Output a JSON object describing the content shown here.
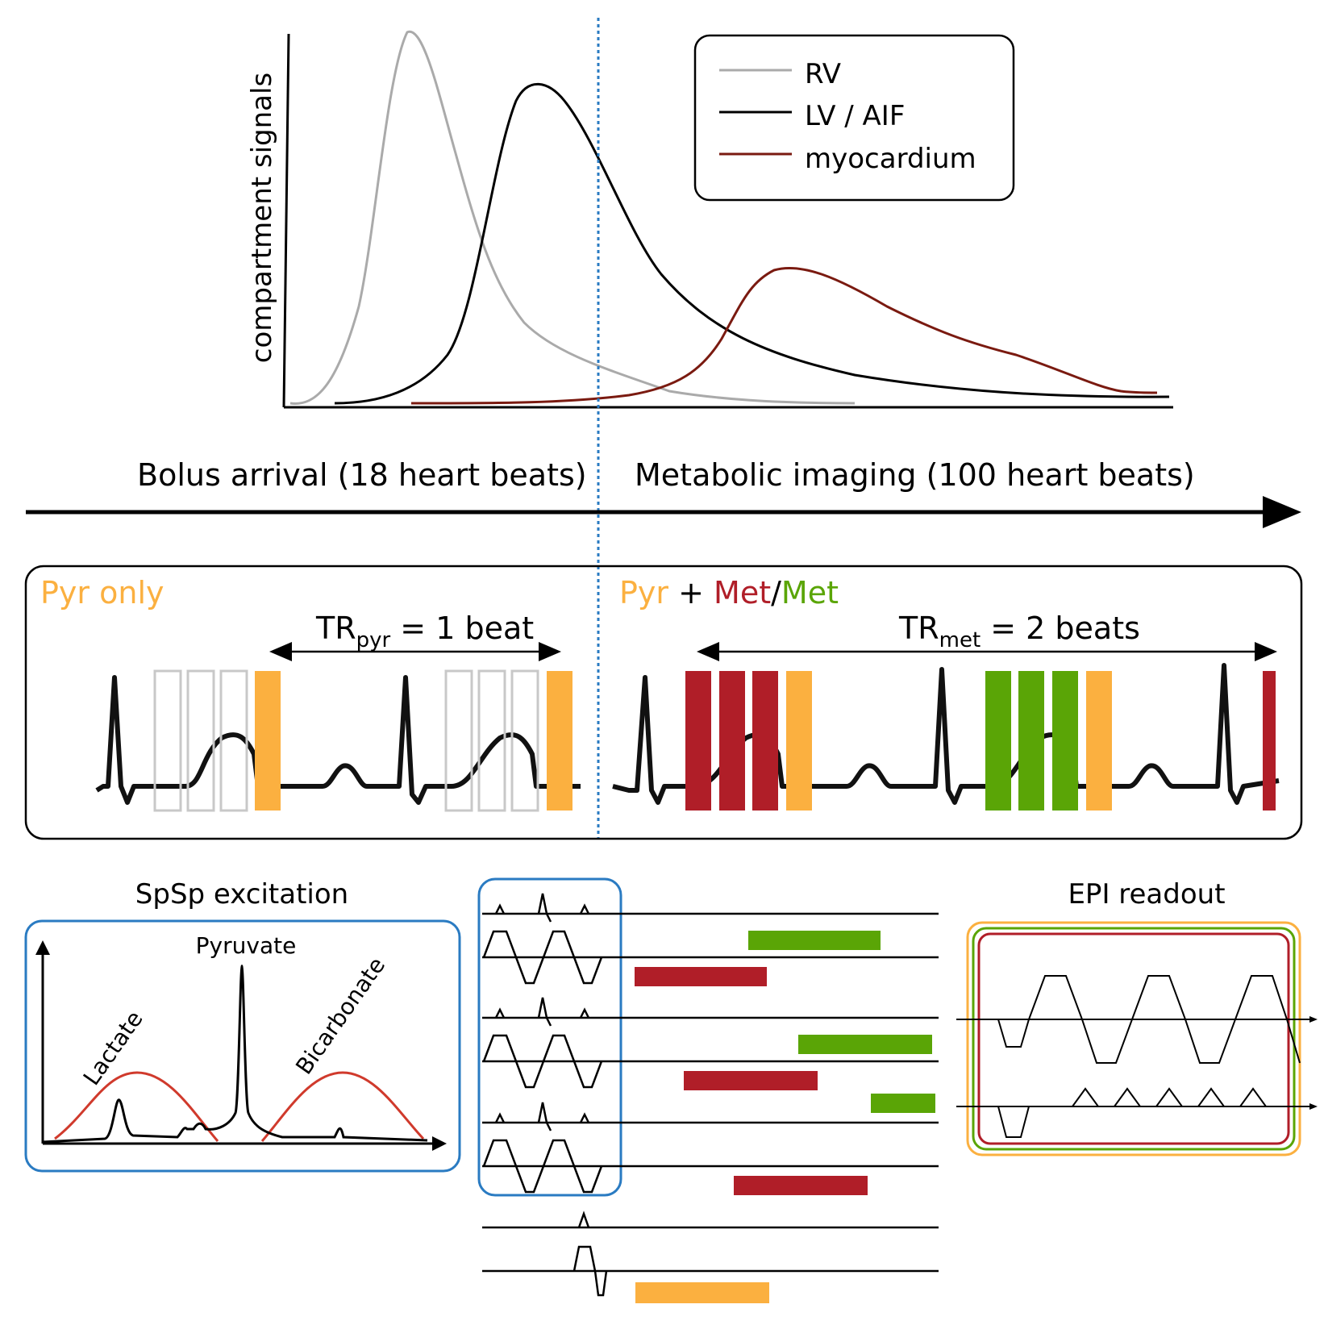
{
  "colors": {
    "rv": "#aaaaaa",
    "lv": "#000000",
    "myo": "#7a1a10",
    "pyr": "#fbb040",
    "met_red": "#b01e28",
    "met_green": "#5aa506",
    "box_blue": "#2a7bc2",
    "divider": "#2a7bc2",
    "spectrum_red": "#d03a2c"
  },
  "top_chart": {
    "ylabel": "compartment signals",
    "legend": [
      {
        "name": "RV",
        "color_key": "rv"
      },
      {
        "name": "LV / AIF",
        "color_key": "lv"
      },
      {
        "name": "myocardium",
        "color_key": "myo"
      }
    ]
  },
  "timeline": {
    "left_label": "Bolus arrival (18 heart beats)",
    "right_label": "Metabolic imaging (100 heart beats)"
  },
  "acquisition": {
    "left_title": "Pyr only",
    "right_title_parts": [
      {
        "text": "Pyr",
        "color_key": "pyr"
      },
      {
        "text": " + ",
        "color_key": "lv"
      },
      {
        "text": "Met",
        "color_key": "met_red"
      },
      {
        "text": "/",
        "color_key": "lv"
      },
      {
        "text": "Met",
        "color_key": "met_green"
      }
    ],
    "tr_pyr": {
      "main": "TR",
      "sub": "pyr",
      "rest": " = 1 beat"
    },
    "tr_met": {
      "main": "TR",
      "sub": "met",
      "rest": " = 2 beats"
    }
  },
  "spsp": {
    "title": "SpSp excitation",
    "peaks": [
      "Lactate",
      "Pyruvate",
      "Bicarbonate"
    ]
  },
  "epi": {
    "title": "EPI readout"
  }
}
